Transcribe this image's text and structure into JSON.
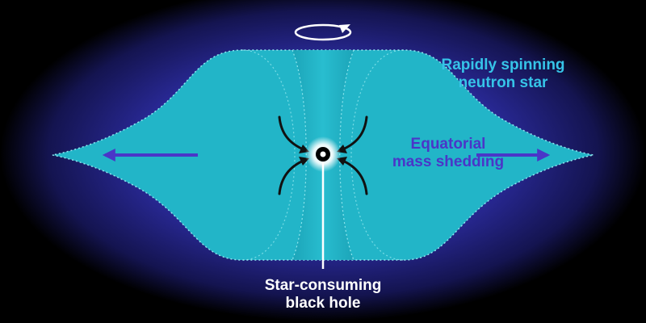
{
  "labels": {
    "neutron_star": {
      "line1": "Rapidly spinning",
      "line2": "neutron star"
    },
    "mass_shedding": {
      "line1": "Equatorial",
      "line2": "mass shedding"
    },
    "black_hole": {
      "line1": "Star-consuming",
      "line2": "black hole"
    }
  },
  "colors": {
    "background_outer": "#000000",
    "background_glow": "#4a4ad8",
    "star_fill": "#22b5c8",
    "star_edge": "#8fe6ee",
    "label_blue": "#36c4e8",
    "label_violet": "#4a36c8",
    "shedding_arrow": "#4a36c8",
    "infall_arrow": "#111111",
    "black_hole": "#000000",
    "black_hole_glow": "#ffffff",
    "pointer_line": "#ffffff",
    "rotation_arrow": "#ffffff"
  },
  "icons": {
    "rotation": "counterclockwise-rotation-arrow-icon",
    "infall": "inward-curved-arrow-icon"
  }
}
